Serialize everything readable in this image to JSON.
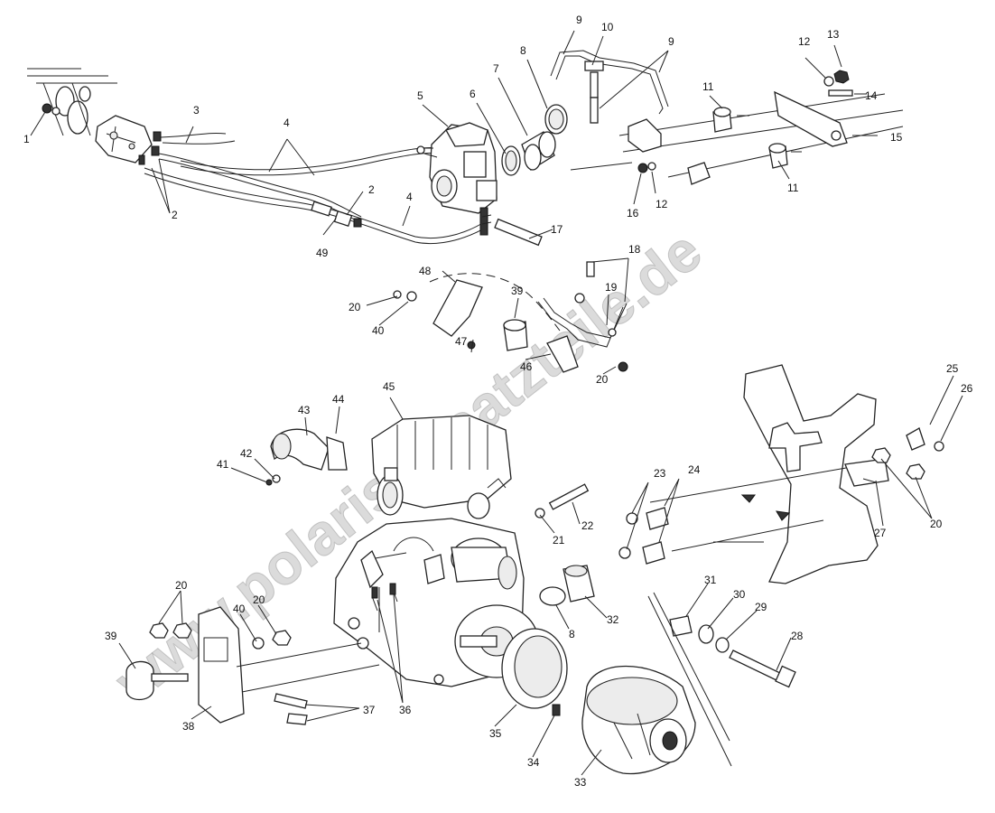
{
  "watermark": "www.polaris-ersatzteile.de",
  "callouts": [
    "1",
    "2",
    "3",
    "4",
    "4",
    "2",
    "2",
    "4",
    "5",
    "6",
    "7",
    "8",
    "9",
    "10",
    "9",
    "11",
    "11",
    "12",
    "12",
    "13",
    "14",
    "15",
    "16",
    "17",
    "18",
    "19",
    "20",
    "40",
    "39",
    "47",
    "48",
    "46",
    "20",
    "43",
    "44",
    "45",
    "42",
    "41",
    "21",
    "22",
    "23",
    "24",
    "25",
    "26",
    "27",
    "20",
    "20",
    "20",
    "40",
    "39",
    "38",
    "37",
    "36",
    "8",
    "32",
    "31",
    "30",
    "29",
    "28",
    "35",
    "34",
    "33",
    "49"
  ]
}
